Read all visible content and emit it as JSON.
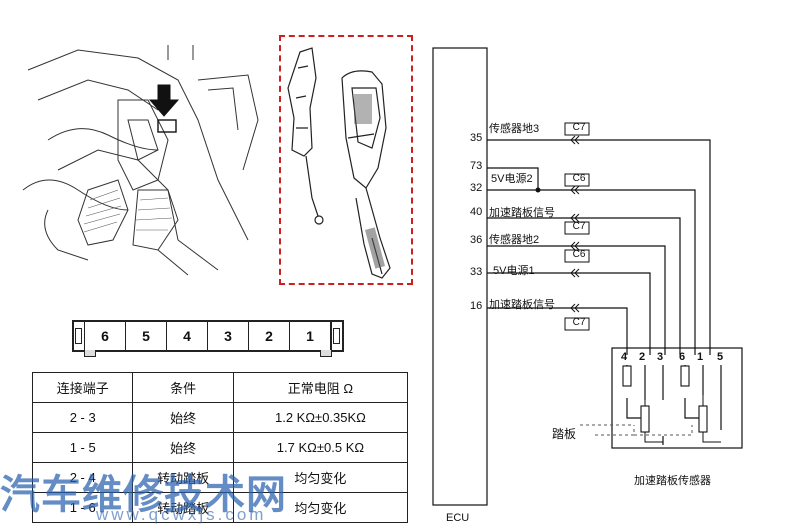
{
  "connector": {
    "pins": [
      "6",
      "5",
      "4",
      "3",
      "2",
      "1"
    ]
  },
  "table": {
    "headers": [
      "连接端子",
      "条件",
      "正常电阻 Ω"
    ],
    "rows": [
      [
        "2 - 3",
        "始终",
        "1.2 KΩ±0.35KΩ"
      ],
      [
        "1 - 5",
        "始终",
        "1.7 KΩ±0.5 KΩ"
      ],
      [
        "2 - 4",
        "转动踏板",
        "均匀变化"
      ],
      [
        "1 - 6",
        "转动踏板",
        "均匀变化"
      ]
    ]
  },
  "ecu": {
    "label": "ECU",
    "pins": [
      "35",
      "73",
      "32",
      "40",
      "36",
      "33",
      "16"
    ],
    "signals": [
      "传感器地3",
      "5V电源2",
      "加速踏板信号",
      "传感器地2",
      "5V电源1",
      "加速踏板信号"
    ],
    "connectors": [
      "C7",
      "C6",
      "C7",
      "C6",
      "C7"
    ]
  },
  "sensor": {
    "pins": [
      "4",
      "2",
      "3",
      "6",
      "1",
      "5"
    ],
    "pedal_label": "踏板",
    "label": "加速踏板传感器"
  },
  "watermark": {
    "text": "汽车维修技术网",
    "url": "www.qcwxjs.com"
  },
  "colors": {
    "highlight_box": "#cc1f1f",
    "watermark": "#285faf"
  }
}
